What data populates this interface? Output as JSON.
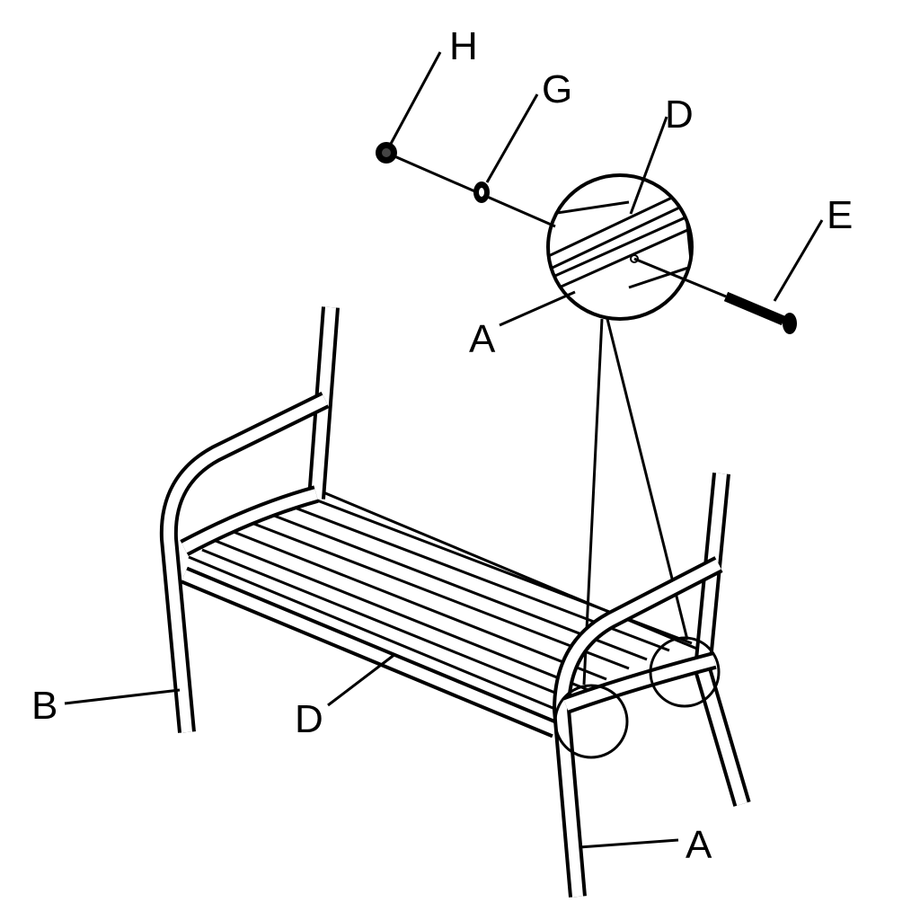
{
  "labels": {
    "h": "H",
    "g": "G",
    "d_detail": "D",
    "e": "E",
    "a_detail": "A",
    "b": "B",
    "d_front": "D",
    "a_leg": "A"
  },
  "colors": {
    "line": "#000000",
    "background": "#ffffff"
  }
}
